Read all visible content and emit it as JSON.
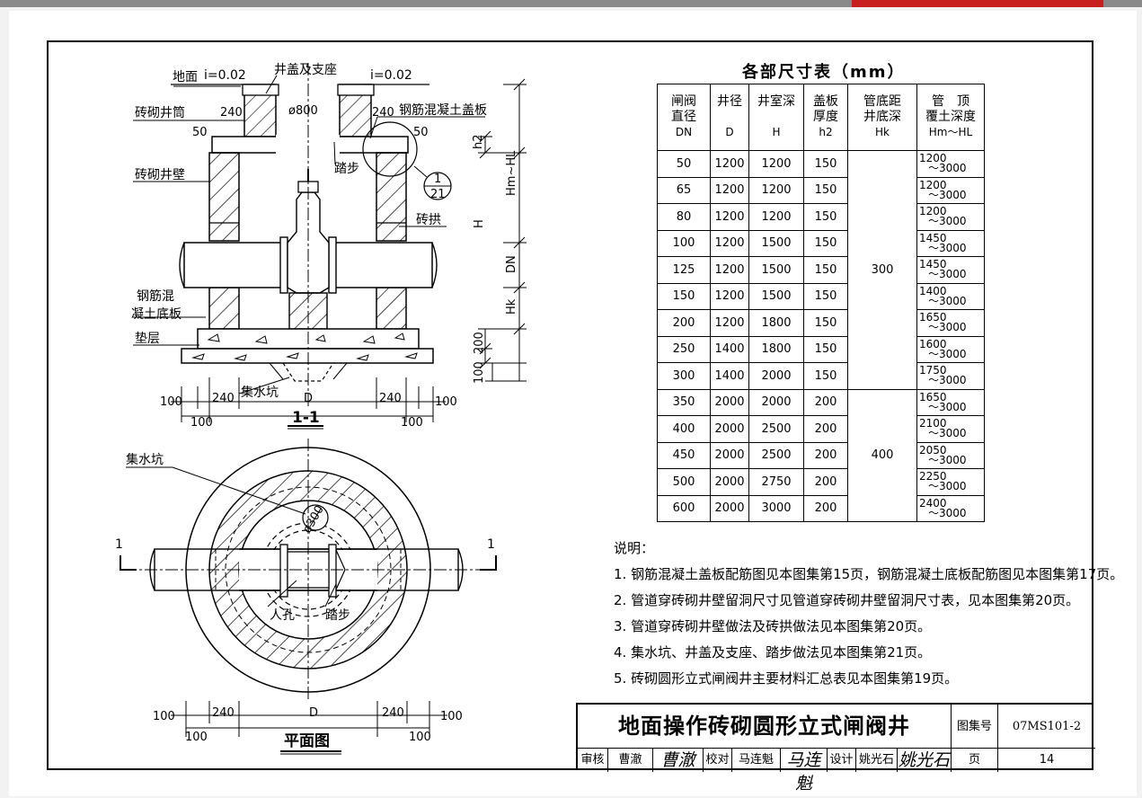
{
  "table": {
    "title": "各部尺寸表（mm）",
    "headers": [
      [
        "闸阀",
        "直径",
        "DN"
      ],
      [
        "井径",
        "",
        "D"
      ],
      [
        "井室深",
        "",
        "H"
      ],
      [
        "盖板",
        "厚度",
        "h2"
      ],
      [
        "管底距",
        "井底深",
        "Hk"
      ],
      [
        "管　顶",
        "覆土深度",
        "Hm～HL"
      ]
    ],
    "rows": [
      {
        "dn": "50",
        "d": "1200",
        "h": "1200",
        "h2": "150",
        "cov_a": "1200",
        "cov_b": "～3000"
      },
      {
        "dn": "65",
        "d": "1200",
        "h": "1200",
        "h2": "150",
        "cov_a": "1200",
        "cov_b": "～3000"
      },
      {
        "dn": "80",
        "d": "1200",
        "h": "1200",
        "h2": "150",
        "cov_a": "1200",
        "cov_b": "～3000"
      },
      {
        "dn": "100",
        "d": "1200",
        "h": "1500",
        "h2": "150",
        "cov_a": "1450",
        "cov_b": "～3000"
      },
      {
        "dn": "125",
        "d": "1200",
        "h": "1500",
        "h2": "150",
        "cov_a": "1450",
        "cov_b": "～3000"
      },
      {
        "dn": "150",
        "d": "1200",
        "h": "1500",
        "h2": "150",
        "cov_a": "1400",
        "cov_b": "～3000"
      },
      {
        "dn": "200",
        "d": "1200",
        "h": "1800",
        "h2": "150",
        "cov_a": "1650",
        "cov_b": "～3000"
      },
      {
        "dn": "250",
        "d": "1400",
        "h": "1800",
        "h2": "150",
        "cov_a": "1600",
        "cov_b": "～3000"
      },
      {
        "dn": "300",
        "d": "1400",
        "h": "2000",
        "h2": "150",
        "cov_a": "1750",
        "cov_b": "～3000"
      },
      {
        "dn": "350",
        "d": "2000",
        "h": "2000",
        "h2": "200",
        "cov_a": "1650",
        "cov_b": "～3000"
      },
      {
        "dn": "400",
        "d": "2000",
        "h": "2500",
        "h2": "200",
        "cov_a": "2100",
        "cov_b": "～3000"
      },
      {
        "dn": "450",
        "d": "2000",
        "h": "2500",
        "h2": "200",
        "cov_a": "2050",
        "cov_b": "～3000"
      },
      {
        "dn": "500",
        "d": "2000",
        "h": "2750",
        "h2": "200",
        "cov_a": "2250",
        "cov_b": "～3000"
      },
      {
        "dn": "600",
        "d": "2000",
        "h": "3000",
        "h2": "200",
        "cov_a": "2400",
        "cov_b": "～3000"
      }
    ],
    "hk_groups": [
      "300",
      "400"
    ]
  },
  "notes": {
    "title": "说明：",
    "items": [
      "1. 钢筋混凝土盖板配筋图见本图集第15页，钢筋混凝土底板配筋图见本图集第17页。",
      "2. 管道穿砖砌井壁留洞尺寸见管道穿砖砌井壁留洞尺寸表，见本图集第20页。",
      "3. 管道穿砖砌井壁做法及砖拱做法见本图集第20页。",
      "4. 集水坑、井盖及支座、踏步做法见本图集第21页。",
      "5. 砖砌圆形立式闸阀井主要材料汇总表见本图集第19页。"
    ]
  },
  "section": {
    "title": "1-1",
    "labels": {
      "ground": "地面",
      "slope_left": "i=0.02",
      "slope_right": "i=0.02",
      "cover_seat": "井盖及支座",
      "brick_shaft": "砖砌井筒",
      "rc_cover": "钢筋混凝土盖板",
      "brick_wall": "砖砌井壁",
      "step": "踏步",
      "brick_arch": "砖拱",
      "rc_base_1": "钢筋混",
      "rc_base_2": "凝土底板",
      "cushion": "垫层",
      "sump": "集水坑",
      "detail_num": "1",
      "detail_page": "21"
    },
    "dims": {
      "d240l": "240",
      "d800": "ø800",
      "d240r": "240",
      "d50l": "50",
      "d50r": "50",
      "h2": "h2",
      "hm": "Hm~HL",
      "h": "H",
      "dn": "DN",
      "hk": "Hk",
      "d200": "200",
      "d100v": "100",
      "b100a": "100",
      "b240a": "240",
      "bD": "D",
      "b240b": "240",
      "b100b": "100",
      "c100a": "100",
      "c100b": "100"
    }
  },
  "plan": {
    "title": "平面图",
    "labels": {
      "sump": "集水坑",
      "d300": "ø300",
      "manhole": "人孔",
      "step": "踏步",
      "cut_l": "1",
      "cut_r": "1"
    },
    "dims": {
      "b100a": "100",
      "b240a": "240",
      "bD": "D",
      "b240b": "240",
      "b100b": "100",
      "c100a": "100",
      "c100b": "100"
    }
  },
  "title_block": {
    "drawing_title": "地面操作砖砌圆形立式闸阀井",
    "atlas_label": "图集号",
    "atlas_no": "07MS101-2",
    "review_label": "审核",
    "reviewer": "曹澈",
    "reviewer_sig": "曹澈",
    "check_label": "校对",
    "checker": "马连魁",
    "checker_sig": "马连魁",
    "design_label": "设计",
    "designer": "姚光石",
    "designer_sig": "姚光石",
    "page_label": "页",
    "page_no": "14"
  }
}
